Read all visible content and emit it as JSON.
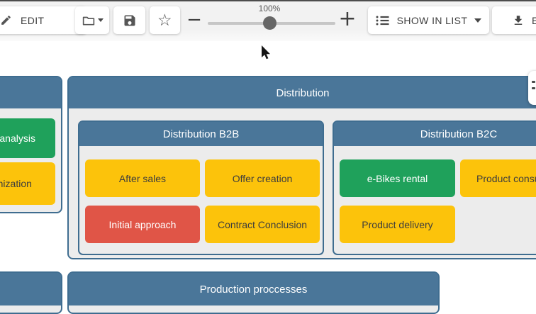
{
  "toolbar": {
    "edit_button": {
      "label": "EDIT",
      "icon": "pencil-icon"
    },
    "folder_button": {
      "icon": "folder-icon"
    },
    "save_button": {
      "icon": "save-icon"
    },
    "star_button": {
      "icon": "star-icon",
      "glyph": "☆"
    },
    "zoom_control": {
      "minus_label": "−",
      "plus_label": "+",
      "value_label": "100%"
    },
    "show_in_list_button": {
      "label": "SHOW IN LIST",
      "icon": "list-icon"
    },
    "export_button": {
      "label": "E",
      "icon": "download-icon"
    }
  },
  "diagram": {
    "left_group": {
      "title": "",
      "cards": [
        {
          "label": "ent analysis",
          "variant": "green"
        },
        {
          "label": "ganization",
          "variant": "yellow"
        }
      ]
    },
    "distribution": {
      "title": "Distribution",
      "b2b": {
        "title": "Distribution B2B",
        "cards": [
          {
            "label": "After sales",
            "variant": "yellow"
          },
          {
            "label": "Offer creation",
            "variant": "yellow"
          },
          {
            "label": "Initial approach",
            "variant": "red"
          },
          {
            "label": "Contract Conclusion",
            "variant": "yellow"
          }
        ]
      },
      "b2c": {
        "title": "Distribution B2C",
        "cards": [
          {
            "label": "e-Bikes rental",
            "variant": "green"
          },
          {
            "label": "Product consu",
            "variant": "yellow"
          },
          {
            "label": "Product delivery",
            "variant": "yellow"
          }
        ]
      }
    },
    "production": {
      "title": "Production proccesses"
    }
  },
  "colors": {
    "header_blue": "#4a7699",
    "box_border_blue": "#3f6d90",
    "box_body_gray": "#ececec",
    "card_yellow": "#fcc30b",
    "card_green": "#1fa15b",
    "card_red": "#e05547",
    "card_text_dark": "#3d3d3d",
    "card_text_light": "#ffffff"
  }
}
